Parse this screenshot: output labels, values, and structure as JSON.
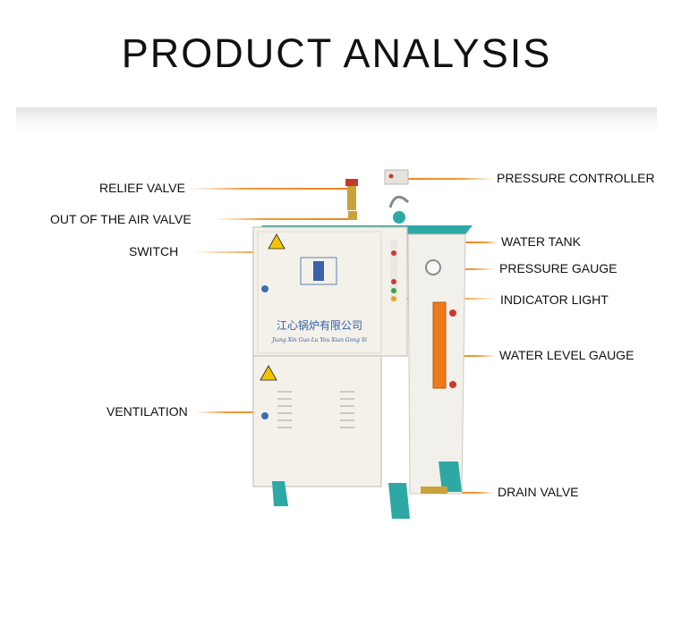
{
  "title": "PRODUCT ANALYSIS",
  "labels": {
    "relief_valve": "RELIEF VALVE",
    "out_of_air_valve": "OUT OF THE AIR VALVE",
    "switch": "SWITCH",
    "ventilation": "VENTILATION",
    "pressure_controller": "PRESSURE CONTROLLER",
    "water_tank": "WATER TANK",
    "pressure_gauge": "PRESSURE GAUGE",
    "indicator_light": "INDICATOR LIGHT",
    "water_level_gauge": "WATER LEVEL GAUGE",
    "drain_valve": "DRAIN VALVE"
  },
  "brand": {
    "chinese_name": "江心锅炉有限公司",
    "pinyin": "Jiang Xin Guo Lu You Xian Gong Si"
  },
  "colors": {
    "leader_line": "#f0801a",
    "cabinet": "#f4f1ea",
    "legs": "#2fa3a0"
  }
}
